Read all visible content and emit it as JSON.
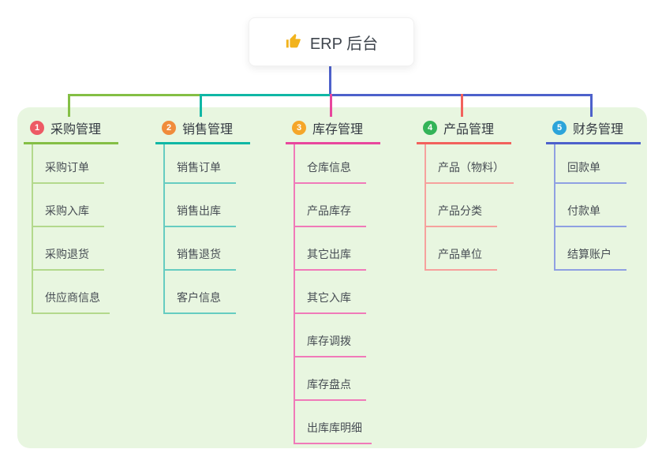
{
  "root": {
    "label": "ERP 后台",
    "icon": "thumbs-up-icon",
    "icon_color": "#f2b31d"
  },
  "canvas_background": "#e8f6e0",
  "root_connector_color": "#4d61cb",
  "branches": [
    {
      "id": "purchase",
      "num": "1",
      "label": "采购管理",
      "badge_color": "#ed5a65",
      "line_color": "#84bf45",
      "sub_color": "#b3d98c",
      "items": [
        "采购订单",
        "采购入库",
        "采购退货",
        "供应商信息"
      ]
    },
    {
      "id": "sales",
      "num": "2",
      "label": "销售管理",
      "badge_color": "#f08c3c",
      "line_color": "#10b7a5",
      "sub_color": "#66ccc1",
      "items": [
        "销售订单",
        "销售出库",
        "销售退货",
        "客户信息"
      ]
    },
    {
      "id": "inventory",
      "num": "3",
      "label": "库存管理",
      "badge_color": "#f5a62a",
      "line_color": "#e8479d",
      "sub_color": "#f07ab9",
      "items": [
        "仓库信息",
        "产品库存",
        "其它出库",
        "其它入库",
        "库存调拨",
        "库存盘点",
        "出库库明细"
      ]
    },
    {
      "id": "product",
      "num": "4",
      "label": "产品管理",
      "badge_color": "#33b458",
      "line_color": "#f2625d",
      "sub_color": "#f6a19d",
      "items": [
        "产品（物料）",
        "产品分类",
        "产品单位"
      ]
    },
    {
      "id": "finance",
      "num": "5",
      "label": "财务管理",
      "badge_color": "#2ca4da",
      "line_color": "#4d61cb",
      "sub_color": "#8fa0e2",
      "items": [
        "回款单",
        "付款单",
        "结算账户"
      ]
    }
  ]
}
